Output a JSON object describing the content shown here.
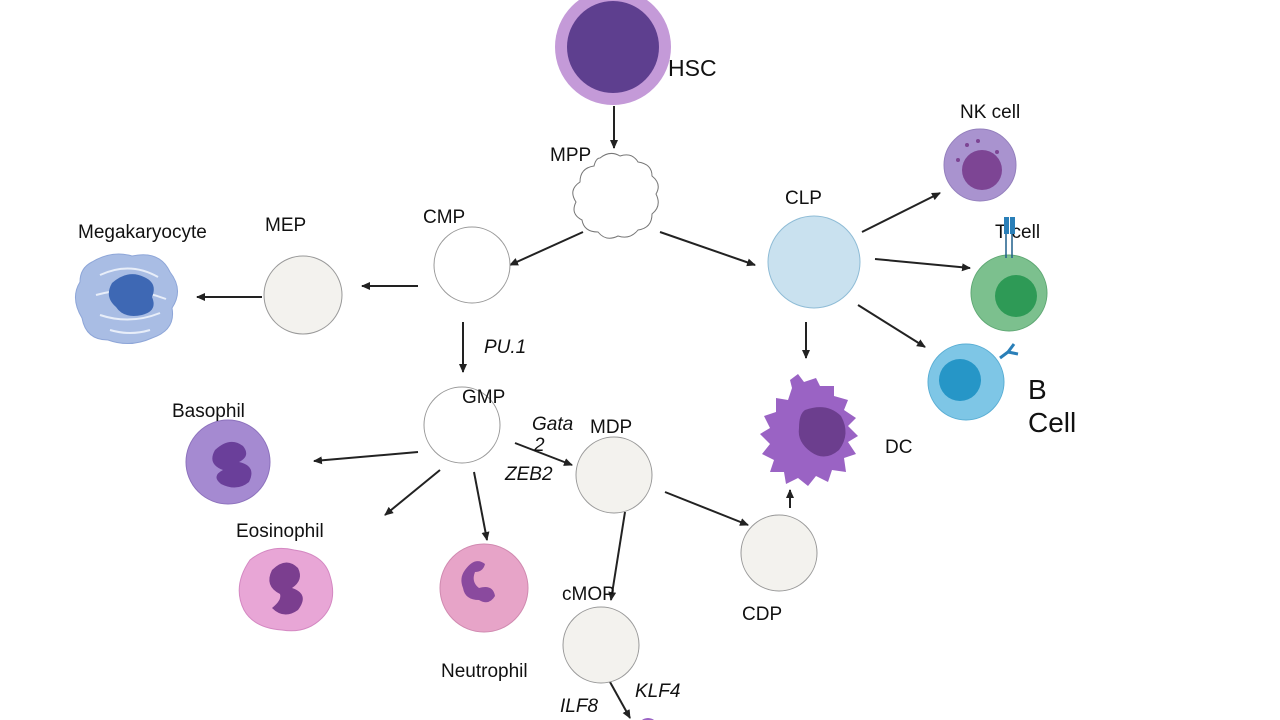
{
  "labels": {
    "hsc": "HSC",
    "mpp": "MPP",
    "cmp": "CMP",
    "clp": "CLP",
    "mep": "MEP",
    "megakaryocyte": "Megakaryocyte",
    "gmp": "GMP",
    "mdp": "MDP",
    "basophil": "Basophil",
    "eosinophil": "Eosinophil",
    "neutrophil": "Neutrophil",
    "cmop": "cMOP",
    "cdp": "CDP",
    "dc": "DC",
    "nk_cell": "NK cell",
    "t_cell": "T cell",
    "b_cell_line1": "B",
    "b_cell_line2": "Cell"
  },
  "genes": {
    "pu1": "PU.1",
    "gata2_line1": "Gata",
    "gata2_line2": "2",
    "zeb2": "ZEB2",
    "ilf8": "ILF8",
    "klf4": "KLF4"
  },
  "colors": {
    "hsc_outer": "#c49ad8",
    "hsc_inner": "#5e3f8f",
    "clp": "#c9e1ef",
    "progenitor": "#f3f2ee",
    "basophil": "#a58ad1",
    "eosinophil": "#e8a6d6",
    "neutrophil": "#e7a4c8",
    "dc": "#9a63c4",
    "nk": "#a993cf",
    "t_cell": "#7cc08e",
    "b_cell": "#7ec6e6",
    "megakaryocyte": "#8ea6d8"
  }
}
